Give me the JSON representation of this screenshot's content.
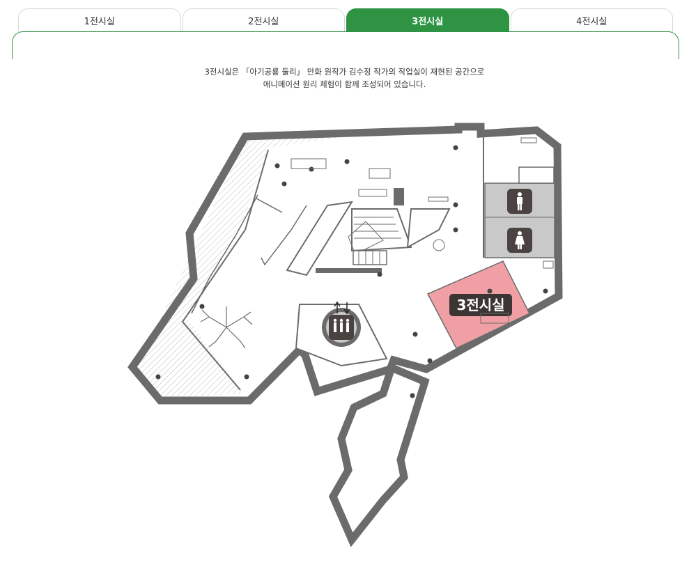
{
  "tabs": [
    {
      "label": "1전시실",
      "active": false
    },
    {
      "label": "2전시실",
      "active": false
    },
    {
      "label": "3전시실",
      "active": true
    },
    {
      "label": "4전시실",
      "active": false
    }
  ],
  "description": {
    "line1": "3전시실은 「아기공룡 둘리」 만화 원작가 김수정 작가의 작업실이 재현된 공간으로",
    "line2": "애니메이션 원리 체험이 함께 조성되어 있습니다."
  },
  "map": {
    "highlight_label": "3전시실",
    "highlight_color": "#f0a0a4",
    "wall_color": "#6b6b6b",
    "restroom_area_color": "#c9c9c9",
    "icons": [
      "male-restroom-icon",
      "female-restroom-icon",
      "family-restroom-icon",
      "elevator-arrows-icon"
    ]
  },
  "colors": {
    "accent": "#2e9444"
  }
}
